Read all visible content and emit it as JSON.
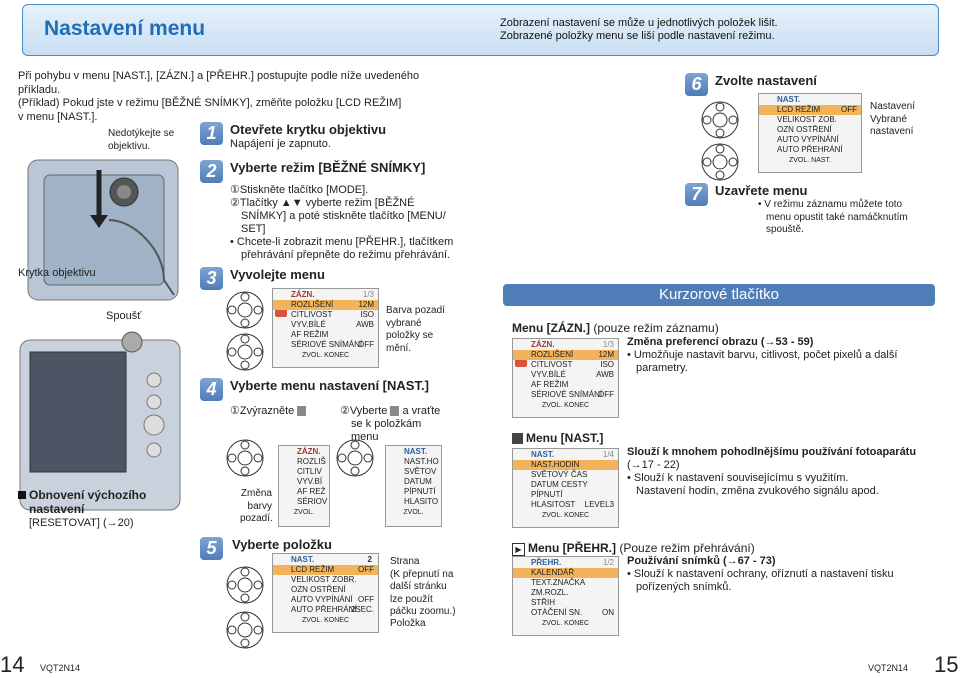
{
  "header": {
    "title": "Nastavení menu",
    "note_line1": "Zobrazení nastavení se může u jednotlivých položek lišit.",
    "note_line2": "Zobrazené položky menu se liší podle nastavení režimu."
  },
  "intro": {
    "line1": "Při pohybu v menu [NAST.], [ZÁZN.] a [PŘEHR.] postupujte podle níže uvedeného",
    "line2": "příkladu.",
    "line3": "(Příklad) Pokud jste v režimu [BĚŽNÉ SNÍMKY], změňte položku [LCD REŽIM]",
    "line4": "v menu [NAST.]."
  },
  "camera": {
    "dont_touch_line1": "Nedotýkejte se",
    "dont_touch_line2": "objektivu.",
    "lens_cover": "Krytka objektivu",
    "shutter": "Spoušť",
    "reset_title_line1": "Obnovení výchozího",
    "reset_title_line2": "nastavení",
    "reset_sub": "[RESETOVAT] (→20)"
  },
  "steps": {
    "s1": {
      "num": "1",
      "title": "Otevřete krytku objektivu",
      "sub": "Napájení je zapnuto."
    },
    "s2": {
      "num": "2",
      "title": "Vyberte režim [BĚŽNÉ SNÍMKY]",
      "a": "①Stiskněte tlačítko [MODE].",
      "b1": "②Tlačítky ▲▼ vyberte režim [BĚŽNÉ",
      "b2": "SNÍMKY] a poté stiskněte tlačítko [MENU/",
      "b3": "SET]",
      "c1": "• Chcete-li zobrazit menu [PŘEHR.], tlačítkem",
      "c2": "přehrávání přepněte do režimu přehrávání."
    },
    "s3": {
      "num": "3",
      "title": "Vyvolejte menu",
      "note1": "Barva pozadí",
      "note2": "vybrané",
      "note3": "položky se",
      "note4": "mění."
    },
    "s4": {
      "num": "4",
      "title": "Vyberte menu nastavení [NAST.]",
      "a": "①Zvýrazněte",
      "b1": "②Vyberte",
      "b2": "a vraťte",
      "b3": "se k položkám",
      "b4": "menu",
      "change1": "Změna",
      "change2": "barvy",
      "change3": "pozadí."
    },
    "s5": {
      "num": "5",
      "title": "Vyberte položku",
      "note1": "Strana",
      "note2": "(K přepnutí na",
      "note3": "další stránku",
      "note4": "lze použít",
      "note5": "páčku zoomu.)",
      "item": "Položka"
    },
    "s6": {
      "num": "6",
      "title": "Zvolte nastavení",
      "note1": "Nastavení",
      "note2": "Vybrané",
      "note3": "nastavení"
    },
    "s7": {
      "num": "7",
      "title": "Uzavřete menu",
      "t1": "• V režimu záznamu můžete toto",
      "t2": "menu opustit také namáčknutím",
      "t3": "spouště."
    }
  },
  "menus": {
    "zazn": {
      "head": "ZÁZN.",
      "page": "1/3",
      "items": [
        {
          "label": "ROZLIŠENÍ",
          "value": "12M"
        },
        {
          "label": "CITLIVOST",
          "value": "ISO"
        },
        {
          "label": "VYV.BÍLÉ",
          "value": "AWB"
        },
        {
          "label": "AF REŽIM",
          "value": ""
        },
        {
          "label": "SÉRIOVÉ SNÍMÁNÍ",
          "value": "OFF"
        }
      ],
      "foot": "ZVOL. KONEC"
    },
    "nast_small": {
      "head": "NAST.",
      "items": [
        {
          "label": "LCD REŽIM",
          "value": "OFF"
        },
        {
          "label": "VELIKOST ZOB.",
          "value": ""
        },
        {
          "label": "OZN OSTŘENÍ",
          "value": ""
        },
        {
          "label": "AUTO VYPÍNÁNÍ",
          "value": ""
        },
        {
          "label": "AUTO PŘEHRÁNÍ",
          "value": ""
        }
      ],
      "foot": "ZVOL. NAST."
    },
    "nast_step4": {
      "head": "NAST.",
      "items": [
        {
          "label": "NAST.HO"
        },
        {
          "label": "SVĚTOV"
        },
        {
          "label": "DATUM"
        },
        {
          "label": "PÍPNUTÍ"
        },
        {
          "label": "HLASITO"
        }
      ],
      "foot": "ZVOL."
    },
    "zazn_step4": {
      "head": "ZÁZN.",
      "items": [
        {
          "label": "ROZLIŠ"
        },
        {
          "label": "CITLIV"
        },
        {
          "label": "VYV.BÍ"
        },
        {
          "label": "AF REŽ"
        },
        {
          "label": "SÉRIOV"
        }
      ],
      "foot": "ZVOL."
    },
    "nast_step5": {
      "head": "NAST.",
      "page": "2",
      "items": [
        {
          "label": "LCD REŽIM",
          "value": "OFF"
        },
        {
          "label": "VELIKOST ZOBR.",
          "value": ""
        },
        {
          "label": "OZN OSTŘENÍ",
          "value": ""
        },
        {
          "label": "AUTO VYPÍNÁNÍ",
          "value": "OFF"
        },
        {
          "label": "AUTO PŘEHRÁNÍ",
          "value": "2SEC."
        }
      ],
      "foot": "ZVOL. KONEC"
    }
  },
  "shortcut": {
    "title": "Kurzorové tlačítko",
    "zazn": {
      "title": "Menu [ZÁZN.]",
      "sub": "(pouze režim záznamu)",
      "l1": "Změna preferencí obrazu (→53 - 59)",
      "l2": "• Umožňuje nastavit barvu, citlivost, počet pixelů a další",
      "l3": "parametry."
    },
    "nast": {
      "title": "Menu [NAST.]",
      "l1": "Slouží k mnohem pohodlnějšímu používání fotoaparátu",
      "l2": "(→17 - 22)",
      "l3": "• Slouží k nastavení souvisejícímu s využitím.",
      "l4": "Nastavení hodin, změna zvukového signálu apod.",
      "menu": {
        "head": "NAST.",
        "page": "1/4",
        "items": [
          {
            "label": "NAST.HODIN",
            "value": ""
          },
          {
            "label": "SVĚTOVÝ ČAS",
            "value": ""
          },
          {
            "label": "DATUM CESTY",
            "value": ""
          },
          {
            "label": "PÍPNUTÍ",
            "value": ""
          },
          {
            "label": "HLASITOST",
            "value": "LEVEL3"
          }
        ],
        "foot": "ZVOL. KONEC"
      }
    },
    "prehr": {
      "title": "Menu [PŘEHR.]",
      "sub": "(Pouze režim přehrávání)",
      "l1": "Používání snímků (→67 - 73)",
      "l2": "• Slouží k nastavení ochrany, oříznutí a nastavení tisku",
      "l3": "pořízených snímků.",
      "menu": {
        "head": "PŘEHR.",
        "page": "1/2",
        "items": [
          {
            "label": "KALENDÁŘ",
            "value": ""
          },
          {
            "label": "TEXT.ZNAČKA",
            "value": ""
          },
          {
            "label": "ZM.ROZL.",
            "value": ""
          },
          {
            "label": "STŘIH",
            "value": ""
          },
          {
            "label": "OTÁČENÍ SN.",
            "value": "ON"
          }
        ],
        "foot": "ZVOL. KONEC"
      }
    }
  },
  "footer": {
    "left_page": "14",
    "left_code": "VQT2N14",
    "right_code": "VQT2N14",
    "right_page": "15"
  }
}
